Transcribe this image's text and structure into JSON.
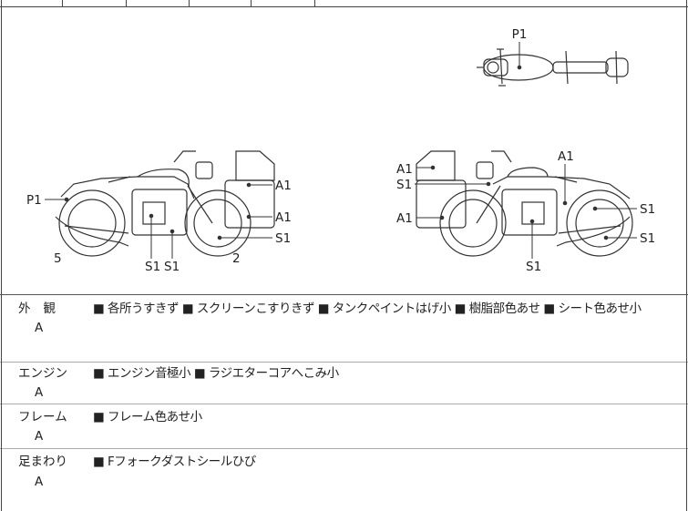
{
  "diagram": {
    "labels": {
      "top_p1": "P1",
      "left_p1": "P1",
      "left_a1_top": "A1",
      "left_a1_bottom": "A1",
      "left_s1_right": "S1",
      "left_s1_under_a": "S1",
      "left_s1_under_b": "S1",
      "left_5": "5",
      "left_2": "2",
      "right_a1_top_left": "A1",
      "right_s1_left": "S1",
      "right_a1_mid_left": "A1",
      "right_a1_top": "A1",
      "right_s1_right_top": "S1",
      "right_s1_right_bottom": "S1",
      "right_s1_bottom": "S1"
    }
  },
  "rows": [
    {
      "label": "外観",
      "grade": "A",
      "notes": "■ 各所うすきず ■ スクリーンこすりきず ■ タンクペイントはげ小 ■ 樹脂部色あせ ■ シート色あせ小"
    },
    {
      "label": "エンジン",
      "grade": "A",
      "notes": "■ エンジン音極小 ■ ラジエターコアへこみ小"
    },
    {
      "label": "フレーム",
      "grade": "A",
      "notes": "■ フレーム色あせ小"
    },
    {
      "label": "足まわり",
      "grade": "A",
      "notes": "■ Fフォークダストシールひび"
    }
  ]
}
